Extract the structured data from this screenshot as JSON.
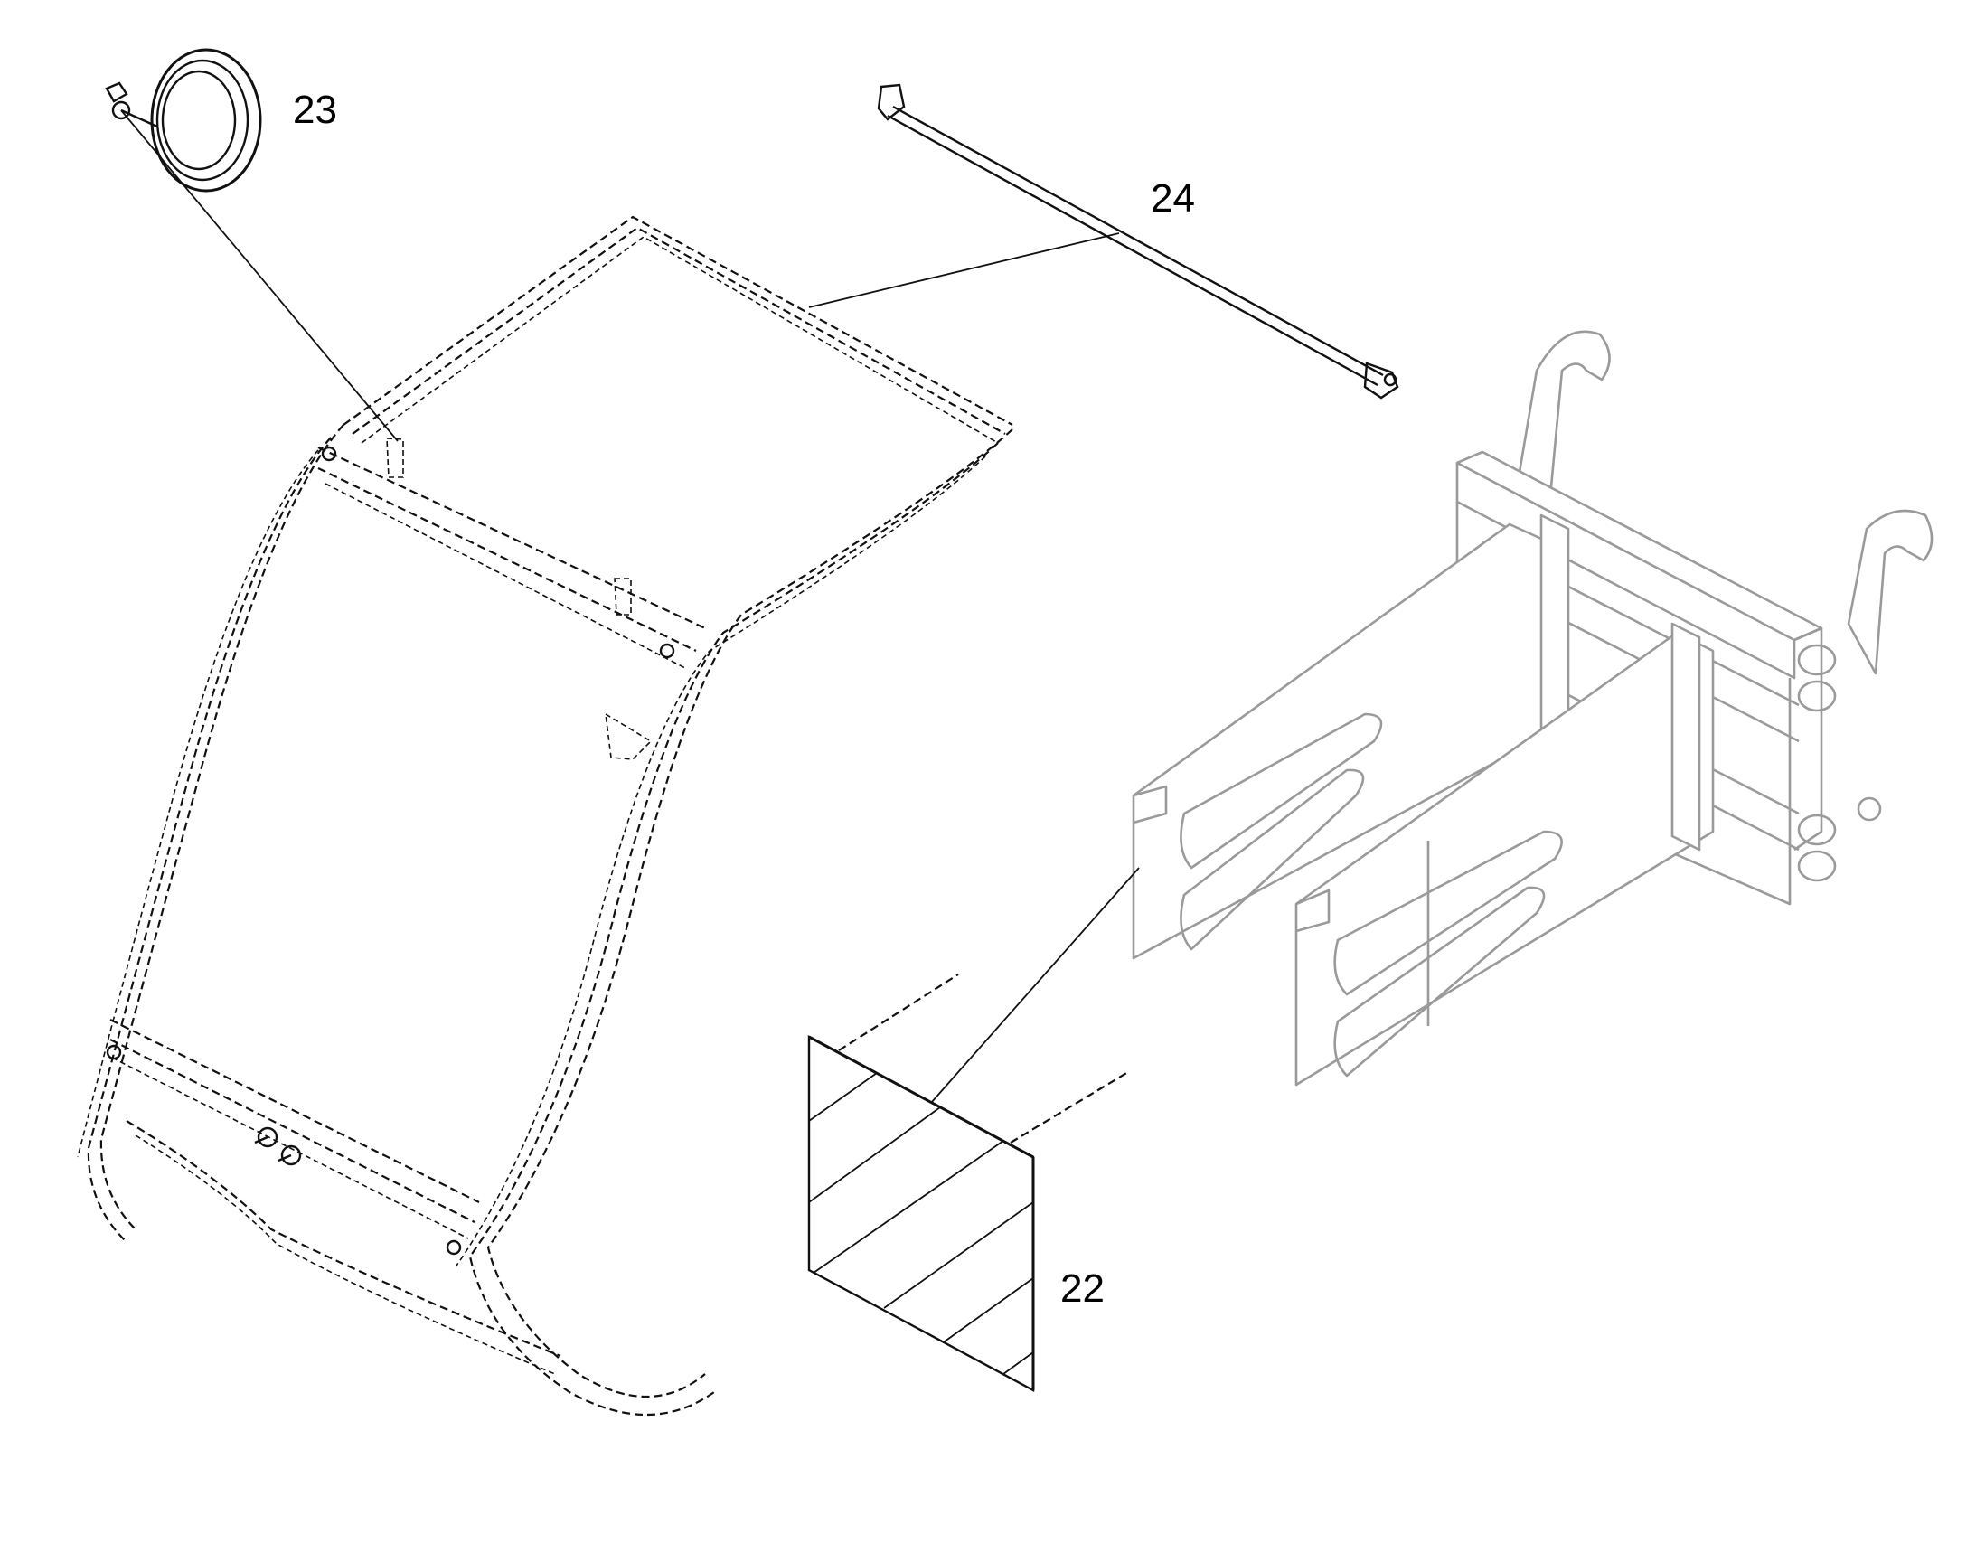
{
  "callouts": {
    "item_23": "23",
    "item_24": "24",
    "item_22": "22"
  },
  "colors": {
    "line": "#111111",
    "ghost_attachment": "#9a9a9a",
    "background": "#ffffff"
  }
}
